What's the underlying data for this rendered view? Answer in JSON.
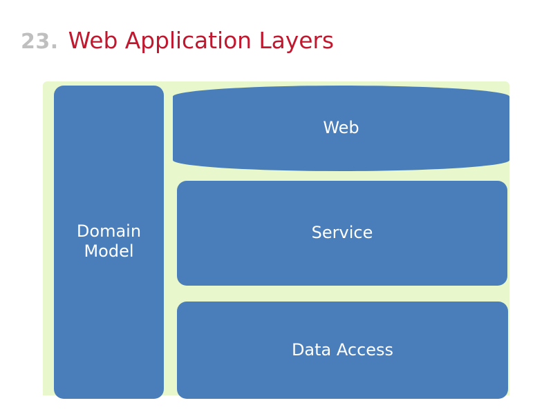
{
  "slide": {
    "number": "23.",
    "title": "Web Application Layers",
    "title_color": "#c0182f",
    "number_color": "#bfbfbf",
    "background": "#ffffff"
  },
  "diagram": {
    "type": "layered-architecture",
    "panel_color": "#e8f8cc",
    "box_color": "#4a7ebb",
    "box_text_color": "#ffffff",
    "boxes": [
      {
        "id": "domain",
        "label": "Domain\nModel",
        "position": "left-pillar"
      },
      {
        "id": "web",
        "label": "Web",
        "position": "right-top"
      },
      {
        "id": "service",
        "label": "Service",
        "position": "right-middle"
      },
      {
        "id": "data-access",
        "label": "Data Access",
        "position": "right-bottom"
      }
    ]
  }
}
